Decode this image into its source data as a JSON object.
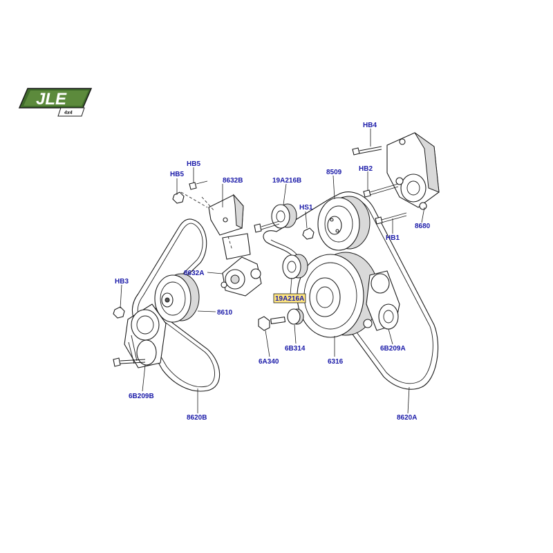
{
  "logo": {
    "brand": "JLE",
    "sub": "4x4",
    "accent": "#3f6b2a"
  },
  "callouts": {
    "hb4": "HB4",
    "hb2": "HB2",
    "hb1": "HB1",
    "hb5a": "HB5",
    "hb5b": "HB5",
    "hb3": "HB3",
    "hs1": "HS1",
    "p8632B": "8632B",
    "p8632A": "8632A",
    "p19A216B": "19A216B",
    "p19A216A": "19A216A",
    "p8509": "8509",
    "p8680": "8680",
    "p8610": "8610",
    "p6B209B": "6B209B",
    "p8620B": "8620B",
    "p6A340": "6A340",
    "p6B314": "6B314",
    "p6316": "6316",
    "p6B209A": "6B209A",
    "p8620A": "8620A"
  },
  "colors": {
    "callout": "#1a1aa8",
    "highlight": "#ffe680",
    "ink": "#1a1a1a"
  }
}
